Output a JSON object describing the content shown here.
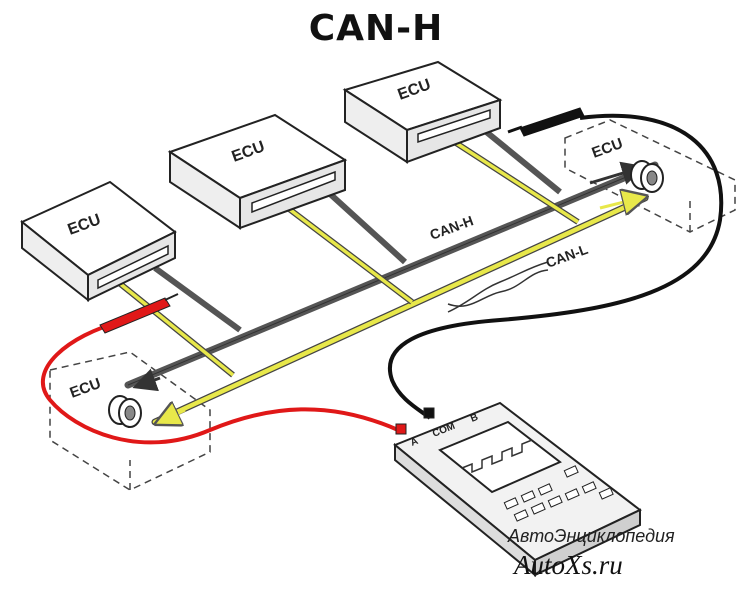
{
  "title": "CAN-H",
  "ecu_label": "ECU",
  "bus": {
    "can_h_label": "CAN-H",
    "can_l_label": "CAN-L"
  },
  "meter": {
    "port_a": "A",
    "port_com": "COM",
    "port_b": "B"
  },
  "watermark": {
    "line1": "АвтоЭнциклопедия",
    "line2": "AutoXs.ru"
  },
  "colors": {
    "can_h_wire": "#555555",
    "can_l_wire": "#e8e84a",
    "probe_red": "#e01818",
    "probe_black": "#111111"
  }
}
